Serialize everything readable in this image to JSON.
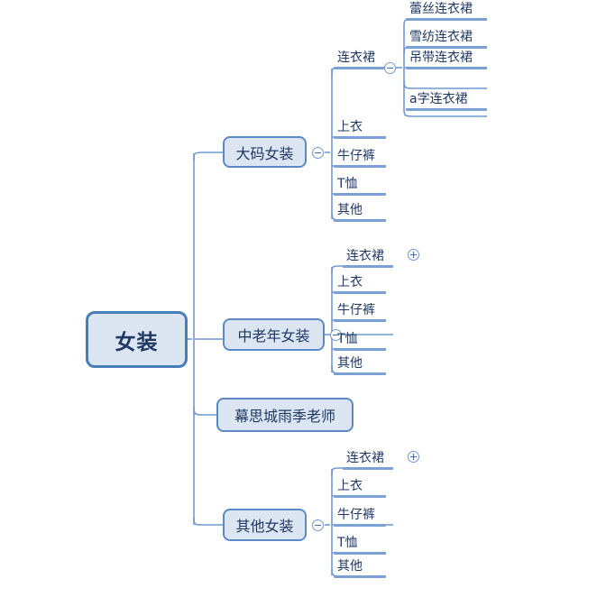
{
  "colors": {
    "node_fill": "#dce6f2",
    "node_border": "#5b8ac6",
    "root_border": "#4a7ebb",
    "bar": "#7ba0d4",
    "link": "#6f9ad1",
    "text": "#1f3864",
    "background": "#ffffff"
  },
  "root": {
    "label": "女装"
  },
  "branches": [
    {
      "id": "daima",
      "label": "大码女装",
      "toggle": "minus",
      "children": [
        {
          "label": "连衣裙",
          "toggle": "minus",
          "children": [
            {
              "label": "蕾丝连衣裙"
            },
            {
              "label": "雪纺连衣裙"
            },
            {
              "label": "吊带连衣裙"
            },
            {
              "label": "a字连衣裙"
            }
          ]
        },
        {
          "label": "上衣"
        },
        {
          "label": "牛仔裤"
        },
        {
          "label": "T恤"
        },
        {
          "label": "其他"
        }
      ]
    },
    {
      "id": "zhonglaonian",
      "label": "中老年女装",
      "toggle": "minus",
      "children": [
        {
          "label": "连衣裙",
          "toggle": "plus",
          "children": []
        },
        {
          "label": "上衣"
        },
        {
          "label": "牛仔裤"
        },
        {
          "label": "T恤"
        },
        {
          "label": "其他"
        }
      ]
    },
    {
      "id": "musicheng",
      "label": "幕思城雨季老师",
      "toggle": null,
      "children": []
    },
    {
      "id": "qita",
      "label": "其他女装",
      "toggle": "minus",
      "children": [
        {
          "label": "连衣裙",
          "toggle": "plus",
          "children": []
        },
        {
          "label": "上衣"
        },
        {
          "label": "牛仔裤"
        },
        {
          "label": "T恤"
        },
        {
          "label": "其他"
        }
      ]
    }
  ]
}
